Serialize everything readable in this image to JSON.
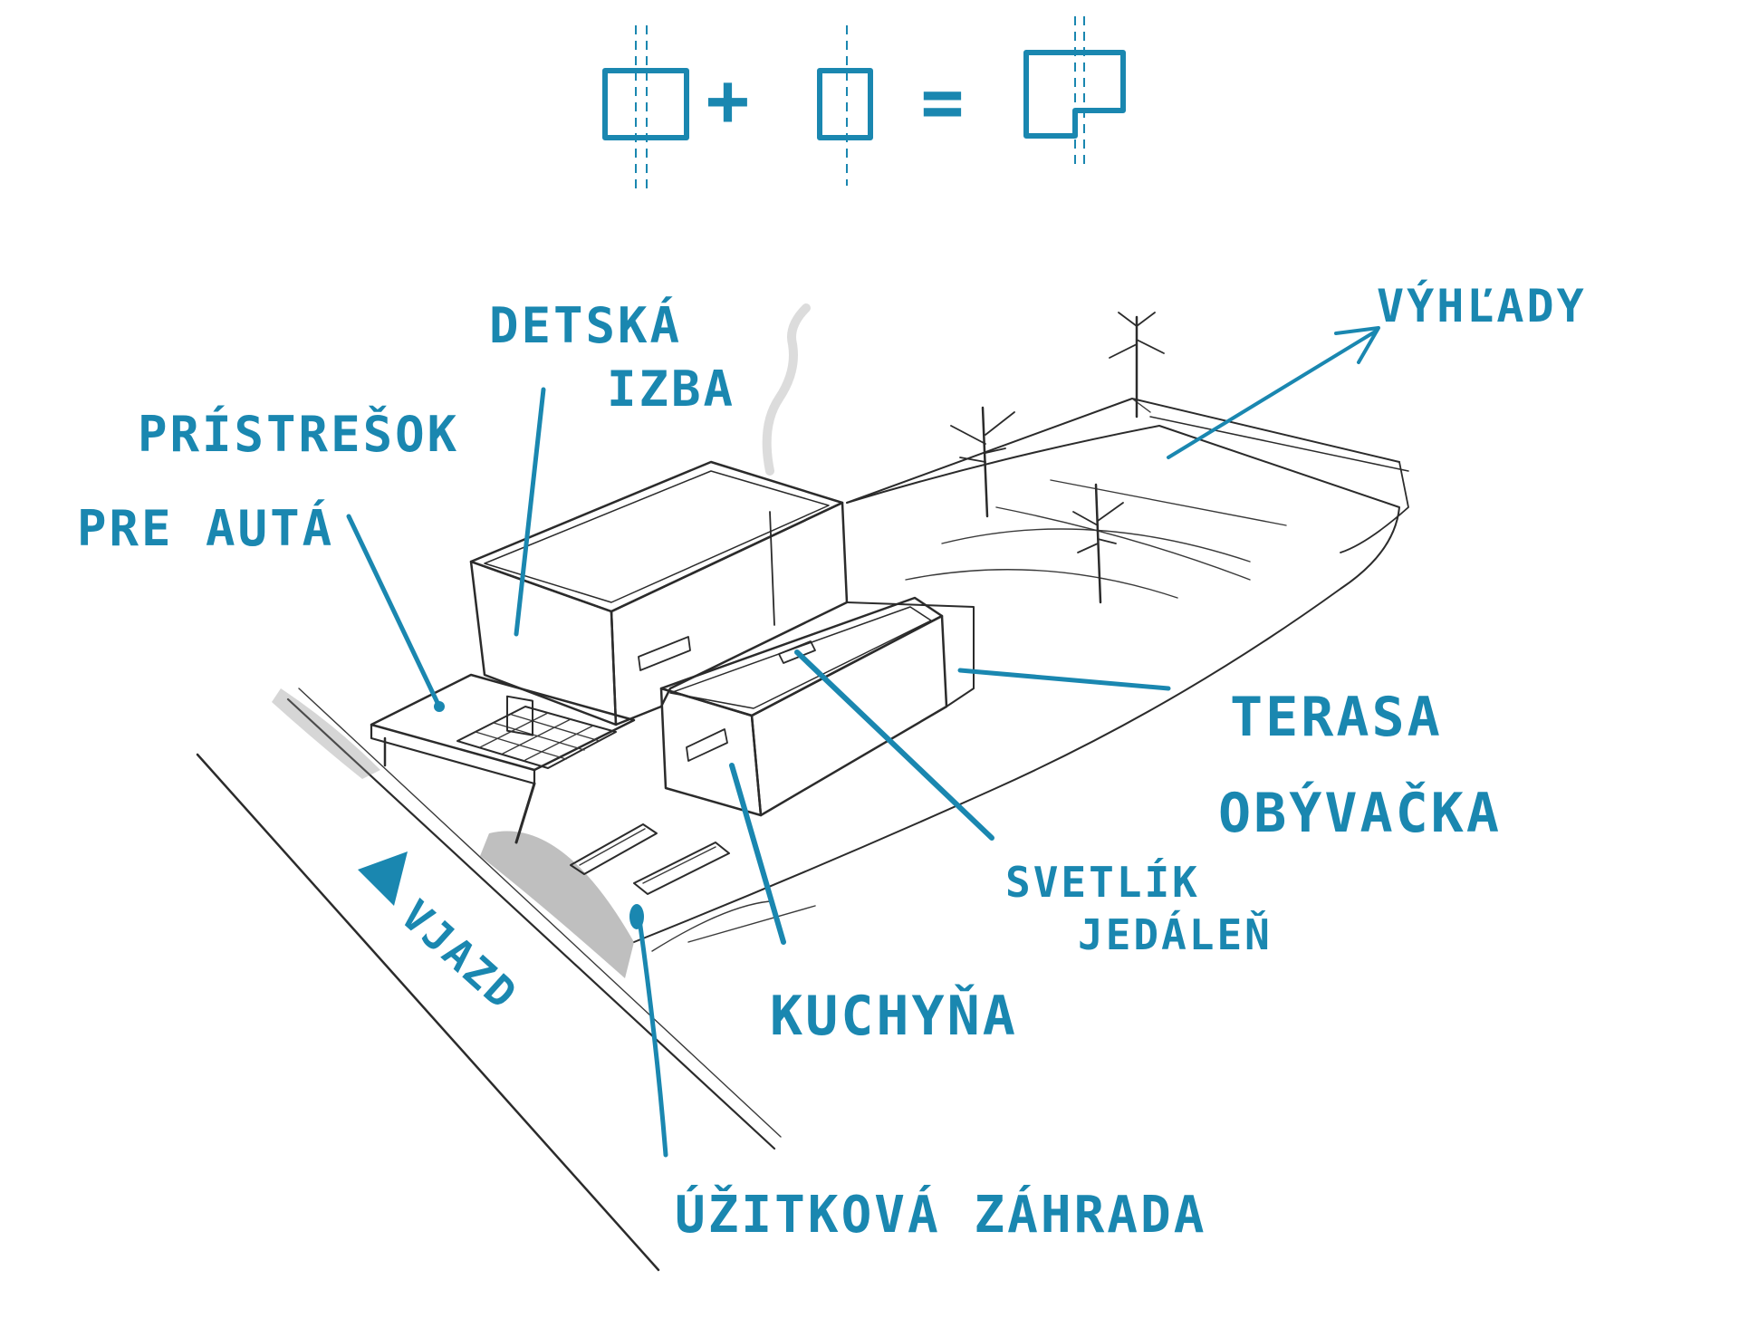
{
  "colors": {
    "accent": "#1a87b0",
    "ink": "#2b2b2b",
    "background": "#ffffff"
  },
  "formula": {
    "plus": "+",
    "equals": "="
  },
  "labels": {
    "detska_line1": "DETSKÁ",
    "detska_line2": "IZBA",
    "pristresok_line1": "PRÍSTREŠOK",
    "pristresok_line2": "PRE AUTÁ",
    "vyhlady": "VÝHĽADY",
    "terasa_line1": "TERASA",
    "terasa_line2": "OBÝVAČKA",
    "svetlik_line1": "SVETLÍK",
    "svetlik_line2": "JEDÁLEŇ",
    "kuchyna": "KUCHYŇA",
    "vjazd": "VJAZD",
    "zahrada": "ÚŽITKOVÁ ZÁHRADA"
  }
}
